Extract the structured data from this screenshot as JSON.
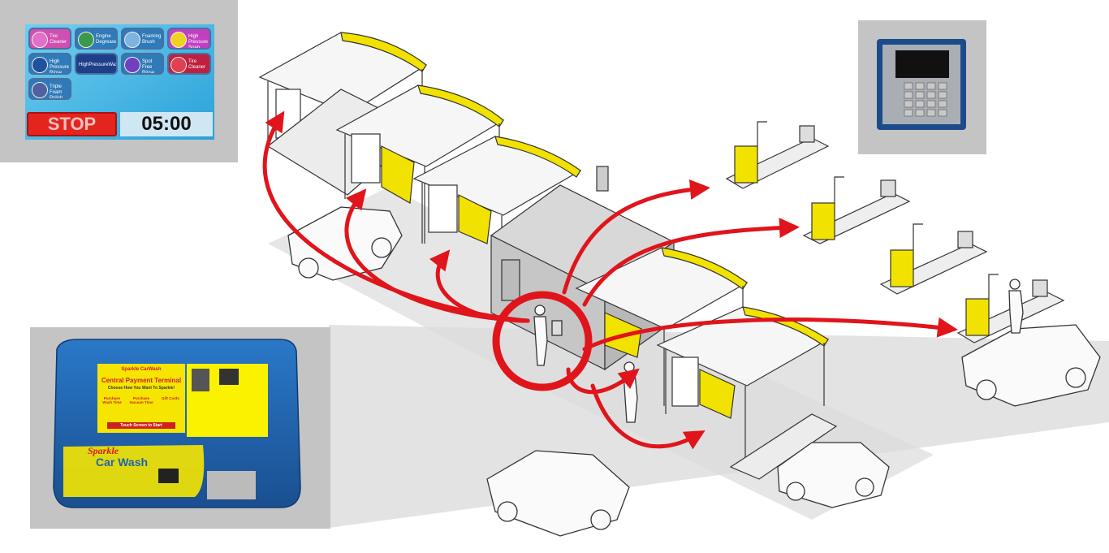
{
  "wash_menu_panel": {
    "stop_label": "STOP",
    "timer": "05:00",
    "buttons": [
      {
        "label": "Tire Cleaner",
        "color": "#d04fb0"
      },
      {
        "label": "Engine Degreaser",
        "color": "#2f7ab8"
      },
      {
        "label": "Foaming Brush",
        "color": "#2f7ab8"
      },
      {
        "label": "High Pressure Soap",
        "color": "#c040c0"
      },
      {
        "label": "High Pressure Rinse",
        "color": "#2f7ab8"
      },
      {
        "label": "HighPressureWax",
        "color": "#1f3f8a"
      },
      {
        "label": "Spot Free Rinse",
        "color": "#2f7ab8"
      },
      {
        "label": "Tire Cleaner",
        "color": "#c02040"
      },
      {
        "label": "Triple Foam Polish",
        "color": "#2f7ab8"
      }
    ]
  },
  "payment_terminal": {
    "brand_small": "Sparkle CarWash",
    "screen_title": "Central Payment Terminal",
    "screen_subtitle": "Choose How You Want To Sparkle!",
    "options": [
      "Purchase Wash Time",
      "Purchase Vacuum Time",
      "Gift Cards"
    ],
    "screen_footer": "Touch Screen to Start",
    "brand_large_1": "Sparkle",
    "brand_large_2": "Car Wash"
  },
  "colors": {
    "arrow": "#e0151b",
    "canopy": "#f2e200",
    "terminal_blue": "#1e63b0",
    "inset_gray": "#c4c4c4"
  }
}
